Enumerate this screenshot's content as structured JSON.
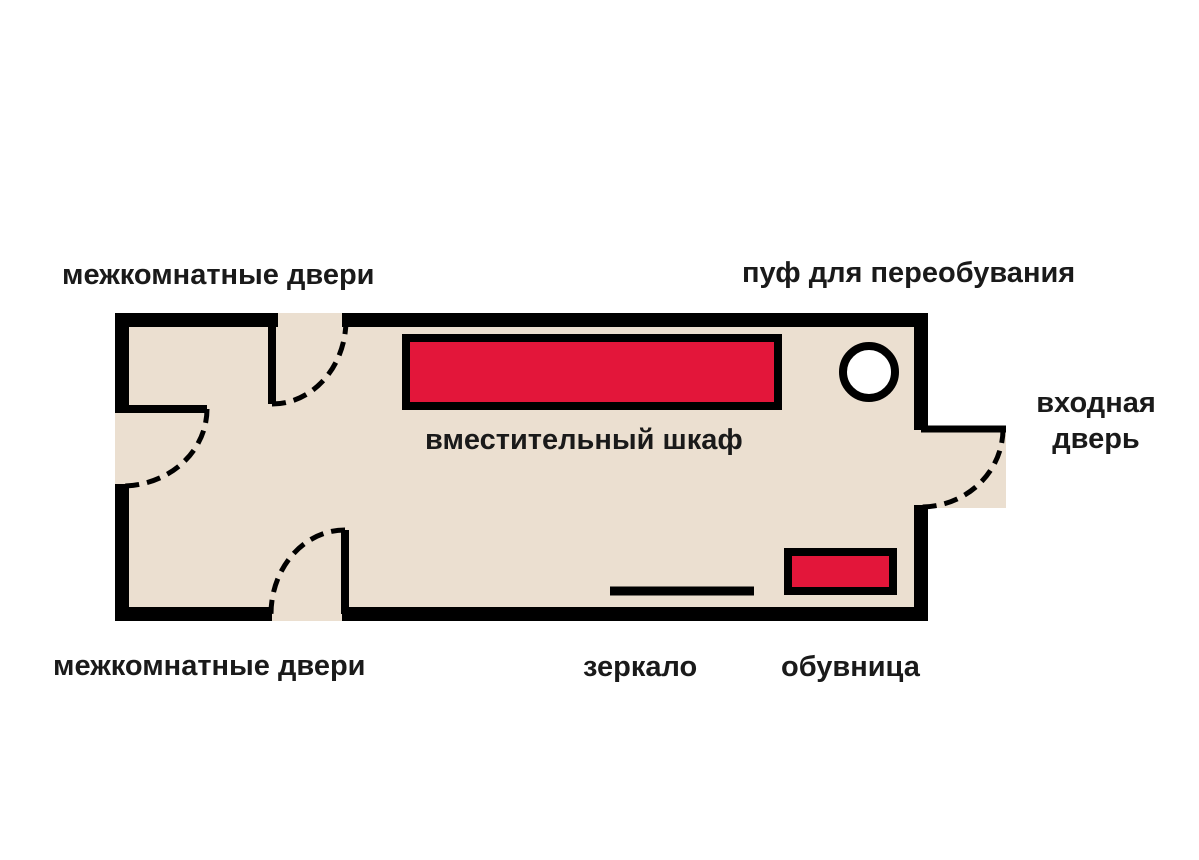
{
  "labels": {
    "doors_top": "межкомнатные двери",
    "pouf": "пуф для переобувания",
    "wardrobe": "вместительный шкаф",
    "entrance_line1": "входная",
    "entrance_line2": "дверь",
    "doors_bottom": "межкомнатные двери",
    "mirror": "зеркало",
    "shoe_rack": "обувница"
  },
  "colors": {
    "floor": "#ebdfd0",
    "wall": "#000000",
    "furniture": "#e3163a",
    "text": "#1a1a1a"
  }
}
